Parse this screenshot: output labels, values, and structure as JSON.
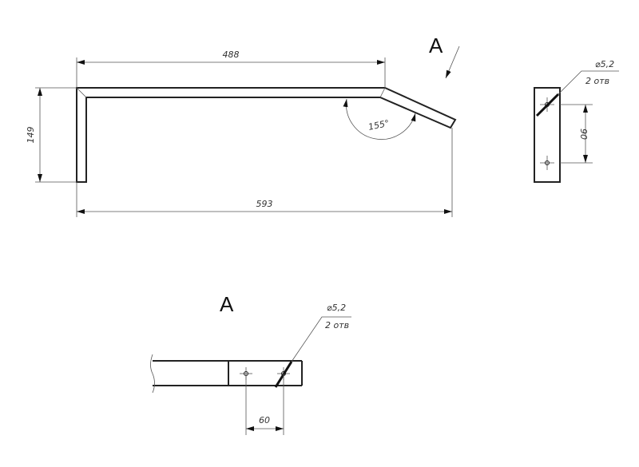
{
  "main_view": {
    "dim_top": "488",
    "dim_bottom": "593",
    "dim_height": "149",
    "angle": "155°",
    "view_marker": "A"
  },
  "side_view": {
    "hole_diameter": "⌀5,2",
    "hole_count": "2 отв",
    "dim_spacing": "90"
  },
  "view_a": {
    "title": "A",
    "hole_diameter": "⌀5,2",
    "hole_count": "2 отв",
    "dim_spacing": "60"
  }
}
